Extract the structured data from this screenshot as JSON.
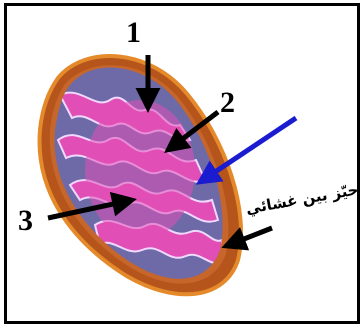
{
  "labels": {
    "label_1": "1",
    "label_2": "2",
    "label_3": "3",
    "intermembrane_space": "حيّز بين غشائي"
  },
  "colors": {
    "outer_membrane": "#b5541b",
    "outer_edge": "#e58a2a",
    "matrix": "#e14fb6",
    "cristae_fill": "#6e6aa8",
    "cristae_outline": "#f0d9ff",
    "pointer_arrow": "#000000",
    "blue_arrow": "#1b1bd0"
  },
  "icons": {
    "arrow_marker": "arrow-icon"
  }
}
